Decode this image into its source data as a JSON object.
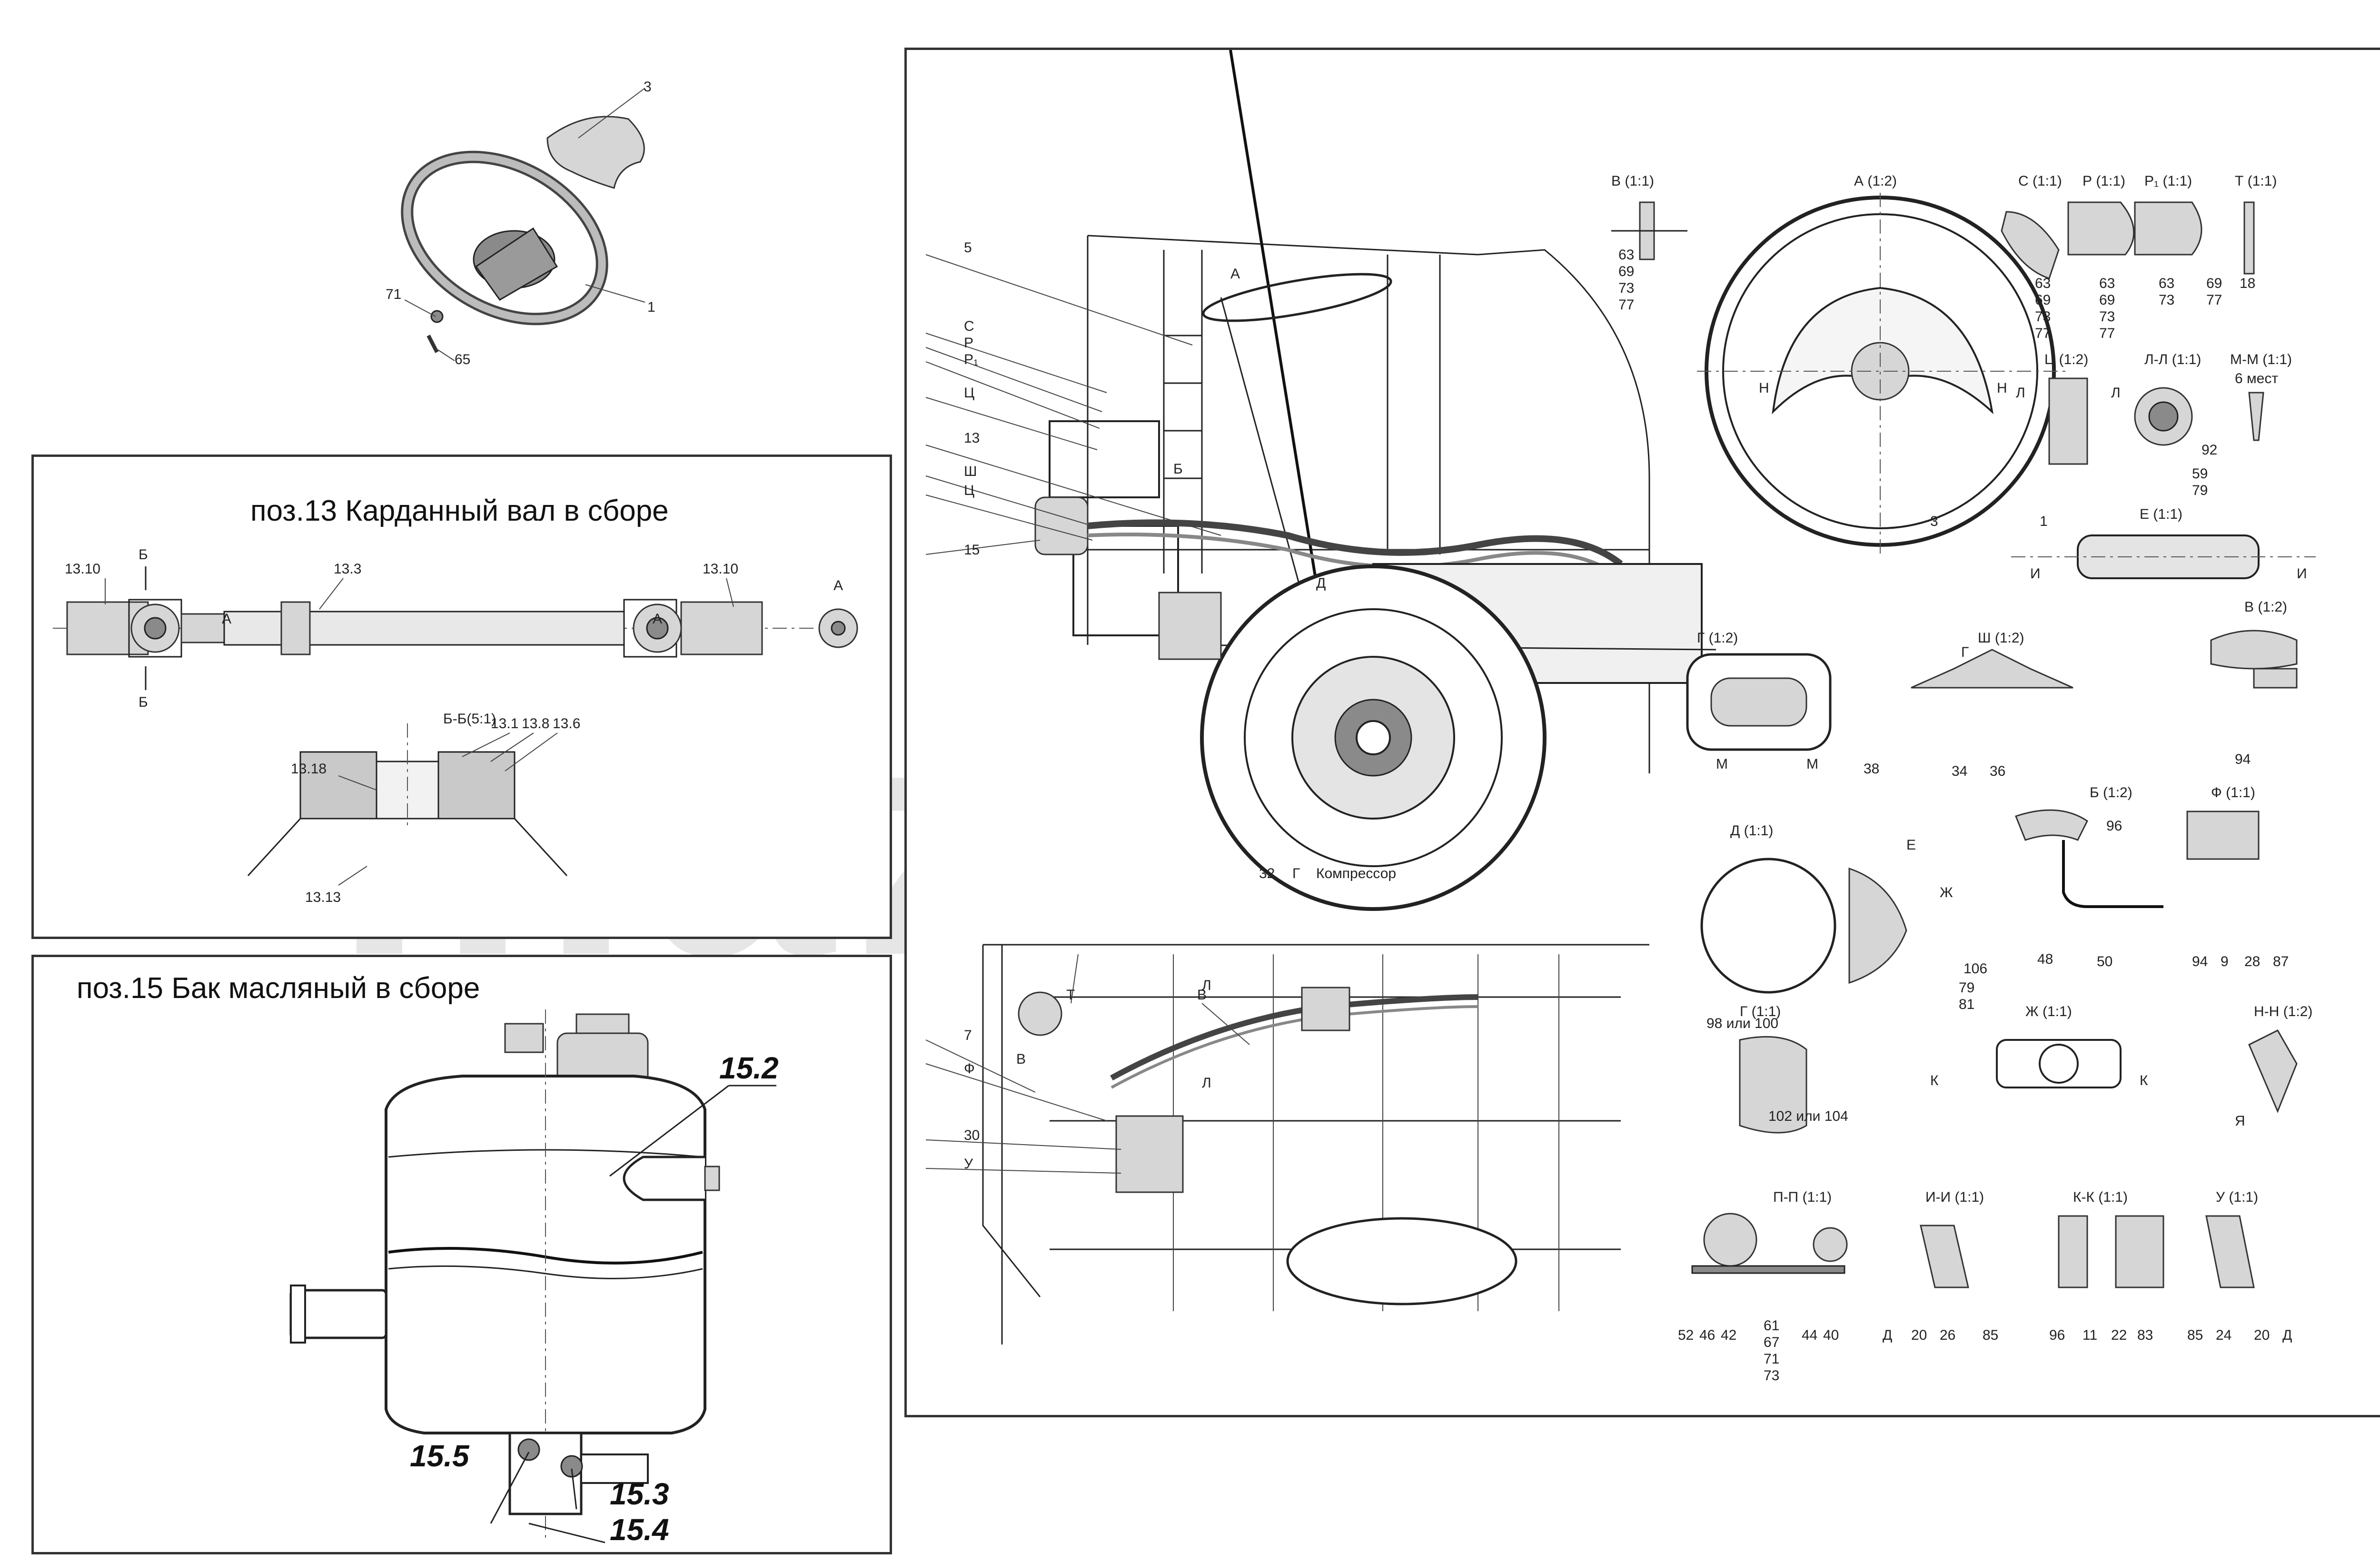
{
  "watermark": "mazik.by",
  "exploded_view": {
    "callouts": [
      "3",
      "1",
      "71",
      "65"
    ]
  },
  "cardan_panel": {
    "title": "поз.13 Карданный вал в сборе",
    "callouts": [
      "13.10",
      "Б",
      "13.3",
      "13.10",
      "А",
      "Б",
      "А",
      "А",
      "Б-Б(5:1)",
      "13.1",
      "13.8",
      "13.6",
      "13.18",
      "13.13"
    ]
  },
  "tank_panel": {
    "title": "поз.15 Бак масляный в сборе",
    "callouts": [
      "15.2",
      "15.5",
      "15.3",
      "15.4"
    ]
  },
  "main_drawing": {
    "side_callouts": [
      "5",
      "С",
      "Р",
      "Р₁",
      "Ц",
      "13",
      "Ш",
      "Ц",
      "15",
      "Т",
      "В",
      "7",
      "В",
      "Ф",
      "30",
      "У",
      "32",
      "Г",
      "Компрессор",
      "Д",
      "Л",
      "Л",
      "Б",
      "А"
    ],
    "views": [
      {
        "name": "В (1:1)",
        "parts": [
          "63",
          "69",
          "73",
          "77"
        ]
      },
      {
        "name": "А (1:2)",
        "parts": [
          "Н",
          "Н",
          "3",
          "1"
        ]
      },
      {
        "name": "С (1:1)",
        "parts": [
          "63",
          "69",
          "73",
          "77"
        ]
      },
      {
        "name": "Р (1:1)",
        "parts": [
          "63",
          "69",
          "73",
          "77"
        ]
      },
      {
        "name": "Р₁ (1:1)",
        "parts": [
          "63",
          "73"
        ]
      },
      {
        "name": "Т (1:1)",
        "parts": [
          "69",
          "18",
          "77"
        ]
      },
      {
        "name": "Ц (1:2)",
        "parts": [
          "Л",
          "Л"
        ]
      },
      {
        "name": "Л-Л (1:1)",
        "parts": [
          "59",
          "79"
        ]
      },
      {
        "name": "М-М (1:1)",
        "parts": [
          "6 мест",
          "92"
        ]
      },
      {
        "name": "Е (1:1)",
        "parts": [
          "И",
          "И"
        ]
      },
      {
        "name": "Г (1:2)",
        "parts": [
          "М",
          "М",
          "38"
        ]
      },
      {
        "name": "Ш (1:2)",
        "parts": [
          "Г",
          "34",
          "36"
        ]
      },
      {
        "name": "В (1:2)",
        "parts": [
          "94"
        ]
      },
      {
        "name": "Д (1:1)",
        "parts": [
          "Е",
          "Ж",
          "98 или 100",
          "106",
          "79",
          "81"
        ]
      },
      {
        "name": "Б (1:2)",
        "parts": [
          "96",
          "48",
          "50"
        ]
      },
      {
        "name": "Ф (1:1)",
        "parts": [
          "94",
          "9",
          "28",
          "87"
        ]
      },
      {
        "name": "Г (1:1)",
        "parts": [
          "102 или 104"
        ]
      },
      {
        "name": "Ж (1:1)",
        "parts": [
          "К",
          "К"
        ]
      },
      {
        "name": "Н-Н (1:2)",
        "parts": [
          "Я"
        ]
      },
      {
        "name": "П-П (1:1)",
        "parts": [
          "52",
          "46",
          "42",
          "61",
          "67",
          "71",
          "73",
          "44",
          "40"
        ]
      },
      {
        "name": "И-И (1:1)",
        "parts": [
          "Д",
          "20",
          "26",
          "85"
        ]
      },
      {
        "name": "К-К (1:1)",
        "parts": [
          "96",
          "11",
          "22",
          "83"
        ]
      },
      {
        "name": "У (1:1)",
        "parts": [
          "85",
          "24",
          "20",
          "Д"
        ]
      }
    ]
  }
}
